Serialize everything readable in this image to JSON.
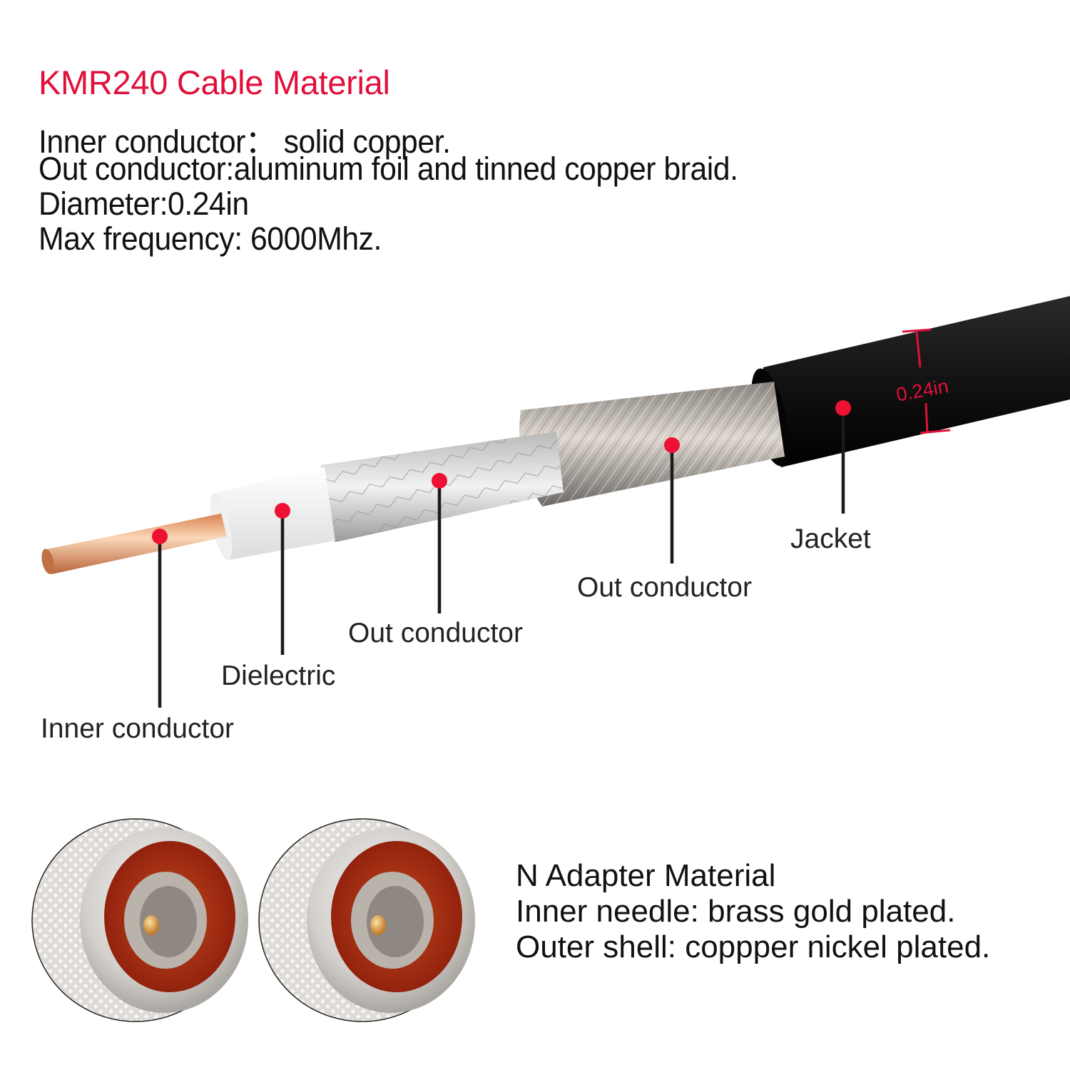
{
  "cable_section": {
    "title": "KMR240 Cable Material",
    "title_color": "#e0103a",
    "specs": [
      "Inner conductor：  solid copper.",
      "Out conductor:aluminum foil and tinned copper braid.",
      "Diameter:0.24in",
      "Max frequency: 6000Mhz."
    ]
  },
  "cable_diagram": {
    "diameter_label": "0.24in",
    "marker_color": "#ee1133",
    "callouts": [
      {
        "label": "Inner conductor",
        "part": "copper core"
      },
      {
        "label": "Dielectric",
        "part": "white insulator"
      },
      {
        "label": "Out conductor",
        "part": "aluminum foil"
      },
      {
        "label": "Out conductor",
        "part": "tinned copper braid"
      },
      {
        "label": "Jacket",
        "part": "black outer jacket"
      }
    ]
  },
  "adapter_section": {
    "title": "N Adapter Material",
    "specs": [
      "Inner needle: brass gold plated.",
      "Outer shell: coppper nickel plated."
    ],
    "connector_count": 2
  }
}
